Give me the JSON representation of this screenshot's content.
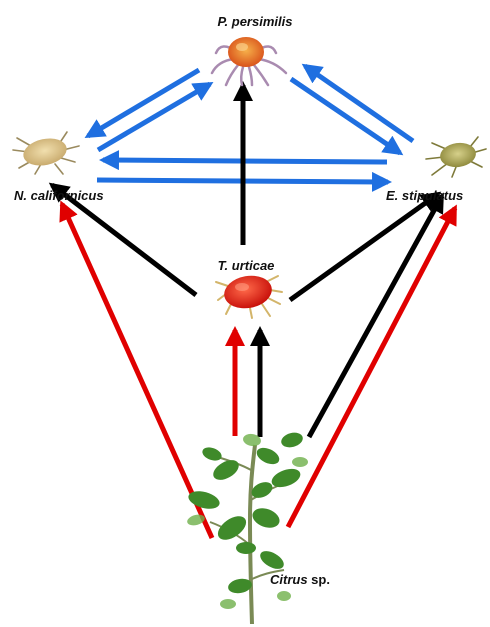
{
  "nodes": {
    "p_persimilis": {
      "label": "P. persimilis"
    },
    "n_californicus": {
      "label": "N. californicus"
    },
    "e_stipulatus": {
      "label": "E. stipulatus"
    },
    "t_urticae": {
      "label": "T. urticae"
    },
    "citrus": {
      "label_italic": "Citrus",
      "label_rest": " sp."
    }
  },
  "colors": {
    "blue": "#1f6fe0",
    "black": "#000000",
    "red": "#e00000"
  },
  "icons": {
    "p_persimilis": "red-predatory-mite-image",
    "n_californicus": "tan-mite-image",
    "e_stipulatus": "olive-mite-image",
    "t_urticae": "red-spider-mite-image",
    "citrus": "citrus-plant-image"
  }
}
